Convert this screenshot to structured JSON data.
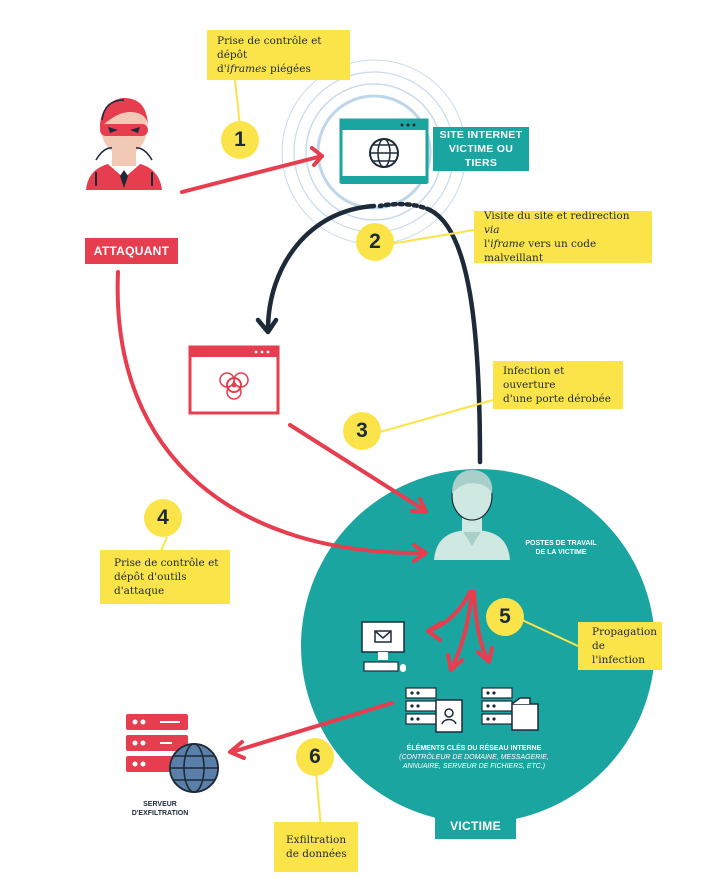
{
  "labels": {
    "attacker": "ATTAQUANT",
    "website_line1": "SITE INTERNET",
    "website_line2": "VICTIME OU TIERS",
    "victim": "VICTIME",
    "workstations_line1": "POSTES DE TRAVAIL",
    "workstations_line2": "DE LA VICTIME",
    "network_title": "ÉLÉMENTS CLÉS DU RÉSEAU INTERNE",
    "network_sub1": "(CONTRÔLEUR DE DOMAINE, MESSAGERIE,",
    "network_sub2": "ANNUAIRE, SERVEUR DE FICHIERS, ETC.)",
    "server_line1": "SERVEUR",
    "server_line2": "D'EXFILTRATION"
  },
  "steps": [
    {
      "number": "1",
      "line1": "Prise de contrôle et dépôt",
      "line2_pre": "d'",
      "line2_em": "iframes",
      "line2_post": " piégées"
    },
    {
      "number": "2",
      "line1_pre": "Visite du site et redirection ",
      "line1_em": "via",
      "line2_pre": "l'",
      "line2_em": "iframe",
      "line2_post": " vers un code malveillant"
    },
    {
      "number": "3",
      "line1": "Infection et ouverture",
      "line2": "d'une porte dérobée"
    },
    {
      "number": "4",
      "line1": "Prise de contrôle et",
      "line2": "dépôt d'outils d'attaque"
    },
    {
      "number": "5",
      "line1": "Propagation",
      "line2": "de l'infection"
    },
    {
      "number": "6",
      "line1": "Exfiltration",
      "line2": "de données"
    }
  ],
  "colors": {
    "red": "#e63d4f",
    "teal": "#1aa5a0",
    "navy": "#1d2a3a",
    "yellow": "#fbe44a"
  }
}
